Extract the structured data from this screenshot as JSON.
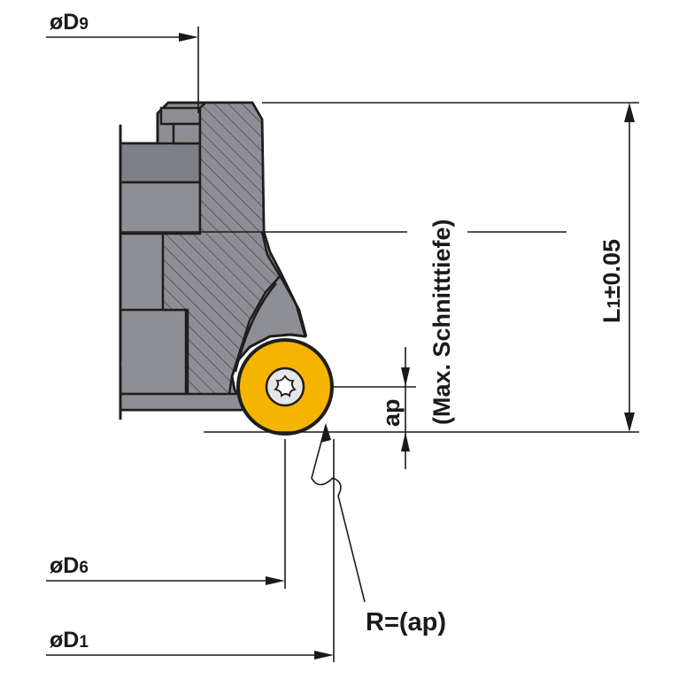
{
  "labels": {
    "d9_main": "øD",
    "d9_sub": "9",
    "d6_main": "øD",
    "d6_sub": "6",
    "d1_main": "øD",
    "d1_sub": "1",
    "l1_main": "L",
    "l1_sub": "1",
    "l1_tol": "±0.05",
    "ap": "ap",
    "max_depth": "(Max. Schnitttiefe)",
    "radius": "R=(ap)"
  },
  "colors": {
    "body_gray": "#8e8e95",
    "body_dark": "#77777e",
    "outline": "#1e1e1e",
    "hatch": "#3a3a3a",
    "insert_yellow": "#f5b400",
    "screw_light": "#e6e6e6",
    "line": "#1a1a1a"
  },
  "icons": {
    "screw": "torx-screw-icon"
  }
}
